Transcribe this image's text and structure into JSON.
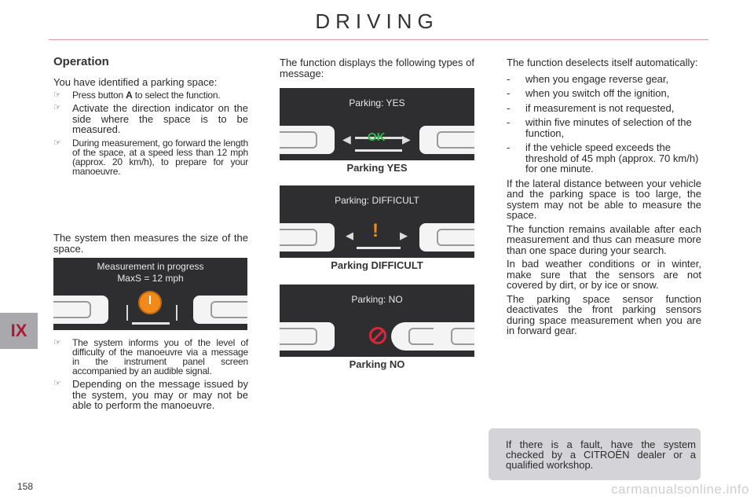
{
  "header": {
    "title": "DRIVING"
  },
  "chapter": "IX",
  "page_number": "158",
  "col1": {
    "heading": "Operation",
    "intro": "You have identified a parking space:",
    "steps": [
      {
        "before": "Press button ",
        "key": "A",
        "after": " to select the function."
      },
      {
        "text": "Activate the direction indicator on the side where the space is to be measured."
      },
      {
        "text": "During measurement, go forward the length of the space, at a speed less than 12 mph (approx. 20 km/h), to prepare for your manoeuvre."
      }
    ],
    "measure_text": "The system then measures the size of the space.",
    "screen": {
      "line1": "Measurement in progress",
      "line2": "MaxS = 12 mph"
    },
    "notes": [
      "The system informs you of the level of difficulty of the manoeuvre via a message in the instrument panel screen accompanied by an audible signal.",
      "Depending on the message issued by the system, you may or may not be able to perform the manoeuvre."
    ]
  },
  "col2": {
    "intro": "The function displays the following types of message:",
    "screens": [
      {
        "message": "Parking: YES",
        "symbol": "OK",
        "caption": "Parking YES"
      },
      {
        "message": "Parking: DIFFICULT",
        "symbol": "!",
        "caption": "Parking DIFFICULT"
      },
      {
        "message": "Parking: NO",
        "caption": "Parking NO"
      }
    ]
  },
  "col3": {
    "intro": "The function deselects itself automatically:",
    "conditions": [
      "when you engage reverse gear,",
      "when you switch off the ignition,",
      "if measurement is not requested,",
      "within five minutes of selection of the function,",
      "if the vehicle speed exceeds the threshold of 45 mph (approx. 70 km/h) for one minute."
    ],
    "paragraphs": [
      "If the lateral distance between your vehicle and the parking space is too large, the system may not be able to measure the space.",
      "The function remains available after each measurement and thus can measure more than one space during your search.",
      "In bad weather conditions or in winter, make sure that the sensors are not covered by dirt, or by ice or snow.",
      "The parking space sensor function deactivates the front parking sensors during space measurement when you are in forward gear."
    ]
  },
  "notice": "If there is a fault, have the system checked by a CITROËN dealer or a qualified workshop.",
  "watermark": "carmanualsonline.info",
  "colors": {
    "accent": "#a81a34",
    "ok_green": "#2fb84a",
    "warning_orange": "#f08a1a",
    "no_red": "#d8283a"
  }
}
